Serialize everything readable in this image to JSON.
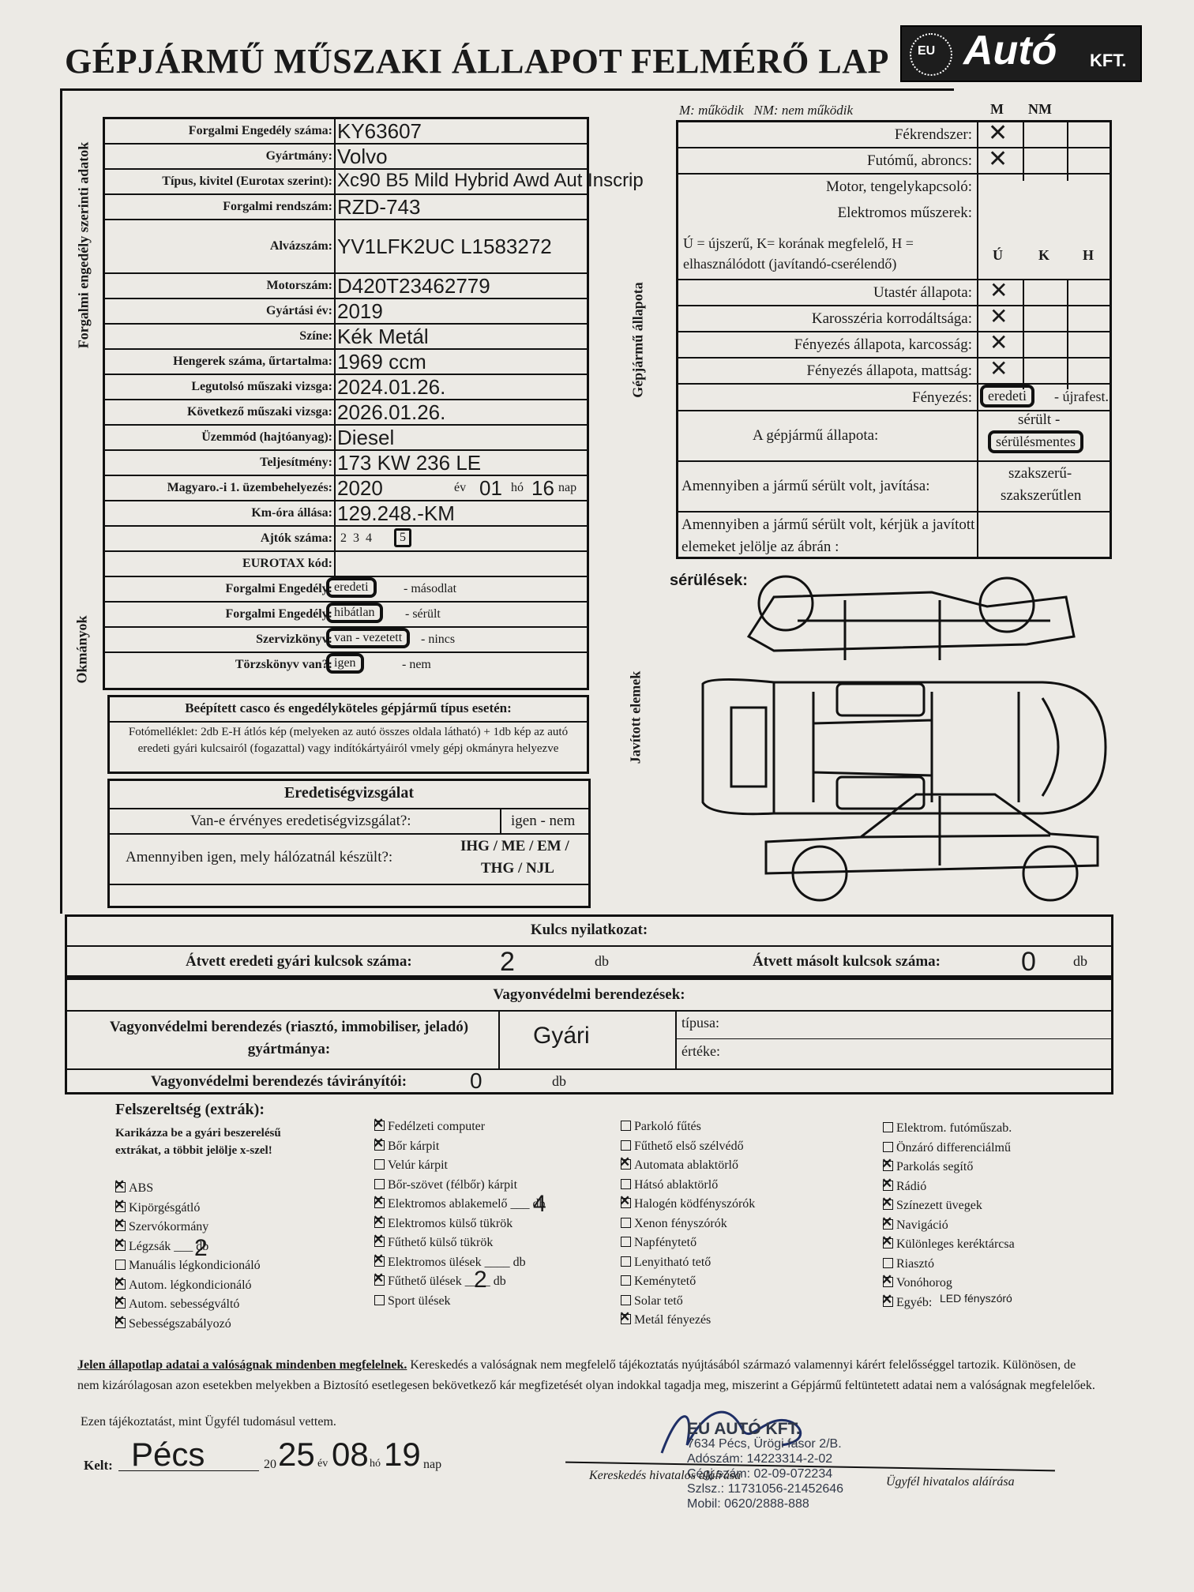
{
  "title": "GÉPJÁRMŰ MŰSZAKI ÁLLAPOT FELMÉRŐ LAP",
  "logo": {
    "eu": "EU",
    "brand": "Autó",
    "suffix": "KFT."
  },
  "side_labels": {
    "forgalmi": "Forgalmi engedély szerinti adatok",
    "okmanyok": "Okmányok",
    "gepjarmu": "Gépjármű állapota",
    "javitott": "Javított elemek"
  },
  "vehicle": [
    {
      "label": "Forgalmi Engedély száma:",
      "value": "KY63607"
    },
    {
      "label": "Gyártmány:",
      "value": "Volvo"
    },
    {
      "label": "Típus, kivitel (Eurotax szerint):",
      "value": "Xc90 B5 Mild Hybrid Awd Aut Inscrip"
    },
    {
      "label": "Forgalmi rendszám:",
      "value": "RZD-743"
    },
    {
      "label": "Alvázszám:",
      "value": "YV1LFK2UC L1583272"
    },
    {
      "label": "Motorszám:",
      "value": "D420T23462779"
    },
    {
      "label": "Gyártási év:",
      "value": "2019"
    },
    {
      "label": "Színe:",
      "value": "Kék Metál"
    },
    {
      "label": "Hengerek száma, űrtartalma:",
      "value": "1969 ccm"
    },
    {
      "label": "Legutolsó műszaki vizsga:",
      "value": "2024.01.26."
    },
    {
      "label": "Következő műszaki vizsga:",
      "value": "2026.01.26."
    },
    {
      "label": "Üzemmód (hajtóanyag):",
      "value": "Diesel"
    },
    {
      "label": "Teljesítmény:",
      "value": "173 KW 236 LE"
    }
  ],
  "first_reg": {
    "label": "Magyaro.-i 1. üzembehelyezés:",
    "year": "2020",
    "ev": "év",
    "month": "01",
    "ho": "hó",
    "day": "16",
    "nap": "nap"
  },
  "km": {
    "label": "Km-óra állása:",
    "value": "129.248.-KM"
  },
  "doors": {
    "label": "Ajtók száma:",
    "options": "2  3  4",
    "selected": "5"
  },
  "eurotax": {
    "label": "EUROTAX kód:"
  },
  "docs": [
    {
      "label": "Forgalmi Engedély:",
      "selected": "eredeti",
      "rest": "- másodlat"
    },
    {
      "label": "Forgalmi Engedély:",
      "selected": "hibátlan",
      "rest": "- sérült"
    },
    {
      "label": "Szervizkönyv:",
      "selected": "van - vezetett",
      "rest": "- nincs"
    },
    {
      "label": "Törzskönyv van?:",
      "selected": "igen",
      "rest": "- nem"
    }
  ],
  "casco": {
    "title": "Beépített casco és engedélyköteles gépjármű típus esetén:",
    "text": "Fotómelléklet: 2db E-H átlós kép (melyeken az autó összes oldala látható) + 1db kép az autó eredeti gyári kulcsairól (fogazattal) vagy indítókártyáiról vmely gépj okmányra helyezve"
  },
  "eredetiseg": {
    "title": "Eredetiségvizsgálat",
    "q1": "Van-e érvényes eredetiségvizsgálat?:",
    "a1": "igen - nem",
    "q2": "Amennyiben igen, mely hálózatnál készült?:",
    "a2a": "IHG / ME / EM /",
    "a2b": "THG / NJL"
  },
  "state": {
    "legend": "M: működik   NM: nem működik",
    "col_m": "M",
    "col_nm": "NM",
    "mrows": [
      {
        "label": "Fékrendszer:",
        "mark": "✕"
      },
      {
        "label": "Futómű, abroncs:",
        "mark": "✕"
      },
      {
        "label": "Motor, tengelykapcsoló:",
        "mark": ""
      },
      {
        "label": "Elektromos műszerek:",
        "mark": ""
      }
    ],
    "ukh_text": "Ú = újszerű, K= korának megfelelő, H = elhasználódott (javítandó-cserélendő)",
    "col_u": "Ú",
    "col_k": "K",
    "col_h": "H",
    "urows": [
      {
        "label": "Utastér állapota:",
        "mark": "✕"
      },
      {
        "label": "Karosszéria korrodáltsága:",
        "mark": "✕"
      },
      {
        "label": "Fényezés állapota, karcosság:",
        "mark": "✕"
      },
      {
        "label": "Fényezés állapota, mattság:",
        "mark": "✕"
      }
    ],
    "fenyezes": {
      "label": "Fényezés:",
      "selected": "eredeti",
      "rest": "- újrafest."
    },
    "allapot": {
      "label": "A gépjármű állapota:",
      "opt1": "sérült -",
      "selected": "sérülésmentes"
    },
    "javitas": {
      "label": "Amennyiben a jármű sérült volt, javítása:",
      "opt1": "szakszerű-",
      "opt2": "szakszerűtlen"
    },
    "jelolje": {
      "label": "Amennyiben a jármű sérült volt, kérjük a javított elemeket jelölje az ábrán :"
    }
  },
  "serulesek": "sérülések:",
  "keys": {
    "title": "Kulcs nyilatkozat:",
    "orig_label": "Átvett eredeti gyári kulcsok száma:",
    "orig_value": "2",
    "db": "db",
    "copy_label": "Átvett másolt kulcsok száma:",
    "copy_value": "0"
  },
  "security": {
    "title": "Vagyonvédelmi berendezések:",
    "maker_label": "Vagyonvédelmi berendezés (riasztó, immobiliser, jeladó) gyártmánya:",
    "maker_value": "Gyári",
    "tipusa": "típusa:",
    "erteke": "értéke:",
    "remote_label": "Vagyonvédelmi berendezés távirányítói:",
    "remote_value": "0",
    "db": "db"
  },
  "extras": {
    "title": "Felszereltség (extrák):",
    "instruction": "Karikázza be a gyári beszerelésű extrákat, a többit jelölje x-szel!",
    "col1": [
      {
        "t": "ABS",
        "c": true
      },
      {
        "t": "Kipörgésgátló",
        "c": true
      },
      {
        "t": "Szervókormány",
        "c": true
      },
      {
        "t": "Légzsák ___ db",
        "c": true
      },
      {
        "t": "Manuális légkondicionáló",
        "c": false
      },
      {
        "t": "Autom. légkondicionáló",
        "c": true
      },
      {
        "t": "Autom. sebességváltó",
        "c": true
      },
      {
        "t": "Sebességszabályozó",
        "c": true
      }
    ],
    "legzsak_count": "2",
    "col2": [
      {
        "t": "Fedélzeti computer",
        "c": true
      },
      {
        "t": "Bőr kárpit",
        "c": true
      },
      {
        "t": "Velúr kárpit",
        "c": false
      },
      {
        "t": "Bőr-szövet (félbőr) kárpit",
        "c": false
      },
      {
        "t": "Elektromos ablakemelő ___ db",
        "c": true
      },
      {
        "t": "Elektromos külső tükrök",
        "c": true
      },
      {
        "t": "Fűthető külső tükrök",
        "c": true
      },
      {
        "t": "Elektromos ülések ____ db",
        "c": true
      },
      {
        "t": "Fűthető ülések ____ db",
        "c": true
      },
      {
        "t": "Sport ülések",
        "c": false
      }
    ],
    "ablak_count": "4",
    "ules_count": "2",
    "col3": [
      {
        "t": "Parkoló fűtés",
        "c": false
      },
      {
        "t": "Fűthető első szélvédő",
        "c": false
      },
      {
        "t": "Automata ablaktörlő",
        "c": true
      },
      {
        "t": "Hátsó ablaktörlő",
        "c": false
      },
      {
        "t": "Halogén ködfényszórók",
        "c": true
      },
      {
        "t": "Xenon fényszórók",
        "c": false
      },
      {
        "t": "Napfénytető",
        "c": false
      },
      {
        "t": "Lenyitható tető",
        "c": false
      },
      {
        "t": "Keménytető",
        "c": false
      },
      {
        "t": "Solar tető",
        "c": false
      },
      {
        "t": "Metál fényezés",
        "c": true
      }
    ],
    "col4": [
      {
        "t": "Elektrom. futóműszab.",
        "c": false
      },
      {
        "t": "Önzáró differenciálmű",
        "c": false
      },
      {
        "t": "Parkolás segítő",
        "c": true
      },
      {
        "t": "Rádió",
        "c": true
      },
      {
        "t": "Színezett üvegek",
        "c": true
      },
      {
        "t": "Navigáció",
        "c": true
      },
      {
        "t": "Különleges keréktárcsa",
        "c": true
      },
      {
        "t": "Riasztó",
        "c": false
      },
      {
        "t": "Vonóhorog",
        "c": true
      },
      {
        "t": "Egyéb:",
        "c": true
      }
    ],
    "egyeb_value": "LED fényszóró"
  },
  "declaration": {
    "lead": "Jelen állapotlap adatai a valóságnak mindenben megfelelnek.",
    "body": "Kereskedés a valóságnak nem megfelelő tájékoztatás nyújtásából származó valamennyi kárért felelősséggel tartozik. Különösen, de nem kizárólagosan azon esetekben melyekben a Biztosító esetlegesen bekövetkező kár megfizetését olyan indokkal tagadja meg, miszerint a Gépjármű feltüntetett adatai nem a valóságnak megfelelőek.",
    "last": "Ezen tájékoztatást, mint Ügyfél tudomásul vettem."
  },
  "date": {
    "kelt": "Kelt:",
    "place": "Pécs",
    "prefix": "20",
    "year": "25",
    "ev": "év",
    "month": "08",
    "ho": "hó",
    "day": "19",
    "nap": "nap"
  },
  "stamp": {
    "name": "EU AUTÓ KFT.",
    "addr": "7634 Pécs, Ürögi fasor 2/B.",
    "ado": "Adószám: 14223314-2-02",
    "cg": "Cégj.szám: 02-09-072234",
    "szla": "Szlsz.: 11731056-21452646",
    "mobil": "Mobil: 0620/2888-888"
  },
  "sign": {
    "dealer": "Kereskedés hivatalos aláírása",
    "client": "Ügyfél hivatalos aláírása"
  }
}
